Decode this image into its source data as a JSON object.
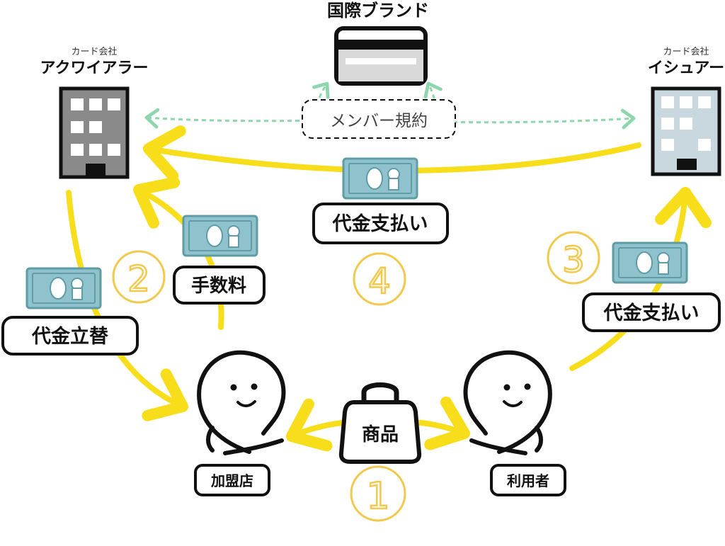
{
  "brand": {
    "label": "国際ブランド"
  },
  "acquirer": {
    "sublabel": "カード会社",
    "label": "アクワイアラー"
  },
  "issuer": {
    "sublabel": "カード会社",
    "label": "イシュアー"
  },
  "member_agreement": {
    "label": "メンバー規約"
  },
  "merchant": {
    "label": "加盟店"
  },
  "user": {
    "label": "利用者"
  },
  "product": {
    "label": "商品"
  },
  "flows": {
    "payment_issuer_to_acquirer": "代金支払い",
    "payment_user_to_issuer": "代金支払い",
    "fee": "手数料",
    "advance": "代金立替"
  },
  "steps": {
    "one": "1",
    "two": "2",
    "three": "3",
    "four": "4"
  },
  "colors": {
    "arrow_yellow": "#F7DD1A",
    "step_yellow": "#F2C94C",
    "dashed_green": "#8ED6AE",
    "bill_face": "#8FC2CC",
    "bill_border": "#5E9CA6",
    "acquirer_building": "#8A8A8A",
    "issuer_building": "#C9D7DF"
  },
  "icons": [
    "building-icon",
    "credit-card-icon",
    "banknote-icon",
    "person-icon",
    "shopping-bag-icon"
  ]
}
